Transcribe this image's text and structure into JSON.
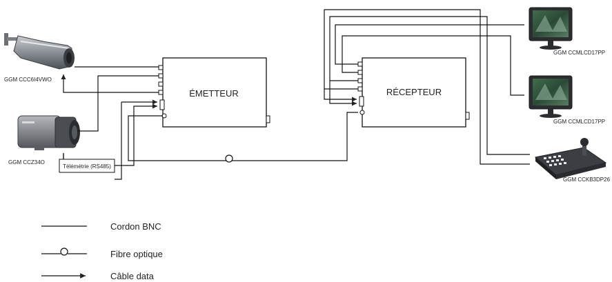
{
  "devices": {
    "camera_bullet": {
      "label": "GGM CCC6I4VWO",
      "icon": "bullet-camera-icon"
    },
    "camera_box": {
      "label": "GGM CCZ34O",
      "icon": "box-camera-icon"
    },
    "transmitter": {
      "label": "ÉMETTEUR"
    },
    "receiver": {
      "label": "RÉCEPTEUR"
    },
    "monitor_top": {
      "label": "GGM CCMLCD17PP",
      "icon": "lcd-monitor-icon"
    },
    "monitor_bottom": {
      "label": "GGM CCMLCD17PP",
      "icon": "lcd-monitor-icon"
    },
    "keyboard": {
      "label": "GGM CCKB3DP26",
      "icon": "ptz-keyboard-icon"
    }
  },
  "telemetry": {
    "label": "Télémétrie (RS485)"
  },
  "legend": {
    "bnc": "Cordon BNC",
    "fiber": "Fibre optique",
    "data": "Câble data"
  }
}
